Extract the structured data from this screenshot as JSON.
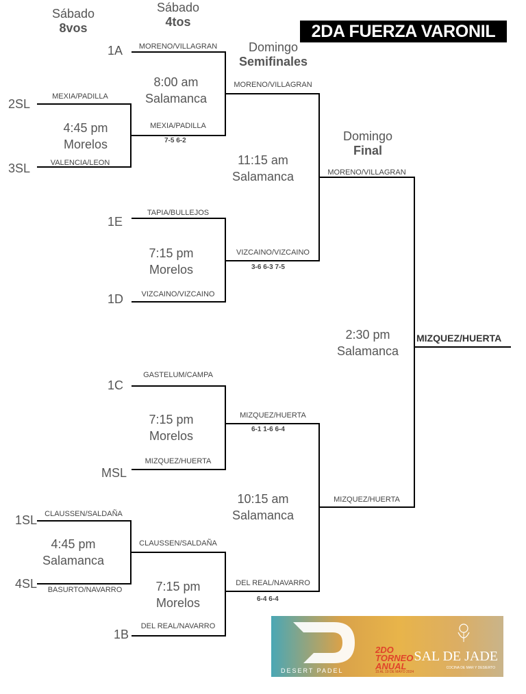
{
  "title": "2DA FUERZA VARONIL",
  "headers": {
    "octavos": {
      "day": "Sábado",
      "round": "8vos"
    },
    "cuartos": {
      "day": "Sábado",
      "round": "4tos"
    },
    "semis": {
      "day": "Domingo",
      "round": "Semifinales"
    },
    "final": {
      "day": "Domingo",
      "round": "Final"
    }
  },
  "seeds": {
    "s1A": "1A",
    "s2SL": "2SL",
    "s3SL": "3SL",
    "s1E": "1E",
    "s1D": "1D",
    "s1C": "1C",
    "sMSL": "MSL",
    "s1SL": "1SL",
    "s4SL": "4SL",
    "s1B": "1B"
  },
  "teams": {
    "r8_1_top": "MEXIA/PADILLA",
    "r8_1_bot": "VALENCIA/LEON",
    "r8_2_top": "CLAUSSEN/SALDAÑA",
    "r8_2_bot": "BASURTO/NAVARRO",
    "qf1_top": "MORENO/VILLAGRAN",
    "qf1_bot": "MEXIA/PADILLA",
    "qf2_top": "TAPIA/BULLEJOS",
    "qf2_bot": "VIZCAINO/VIZCAINO",
    "qf3_top": "GASTELUM/CAMPA",
    "qf3_bot": "MIZQUEZ/HUERTA",
    "qf4_top": "CLAUSSEN/SALDAÑA",
    "qf4_bot": "DEL REAL/NAVARRO",
    "sf1_top": "MORENO/VILLAGRAN",
    "sf1_bot": "VIZCAINO/VIZCAINO",
    "sf2_top": "MIZQUEZ/HUERTA",
    "sf2_bot": "DEL REAL/NAVARRO",
    "f_top": "MORENO/VILLAGRAN",
    "f_bot": "MIZQUEZ/HUERTA",
    "champion": "MIZQUEZ/HUERTA"
  },
  "scores": {
    "qf1": "7-5 6-2",
    "qf2": "3-6 6-3 7-5",
    "qf3": "6-1 1-6 6-4",
    "qf4": "6-4 6-4"
  },
  "matches": {
    "r8_1": {
      "time": "4:45 pm",
      "venue": "Morelos"
    },
    "r8_2": {
      "time": "4:45 pm",
      "venue": "Salamanca"
    },
    "qf1": {
      "time": "8:00 am",
      "venue": "Salamanca"
    },
    "qf2": {
      "time": "7:15 pm",
      "venue": "Morelos"
    },
    "qf3": {
      "time": "7:15 pm",
      "venue": "Morelos"
    },
    "qf4": {
      "time": "7:15 pm",
      "venue": "Morelos"
    },
    "sf1": {
      "time": "11:15 am",
      "venue": "Salamanca"
    },
    "sf2": {
      "time": "10:15 am",
      "venue": "Salamanca"
    },
    "final": {
      "time": "2:30 pm",
      "venue": "Salamanca"
    }
  },
  "logo": {
    "brand": "DESERT PADEL",
    "event": "2DO TORNEO ANUAL",
    "dates": "15 AL 19 DE MAYO 2024",
    "sponsor": "SAL DE JADE",
    "sponsor_tag": "COCINA DE MAR Y DESIERTO"
  }
}
